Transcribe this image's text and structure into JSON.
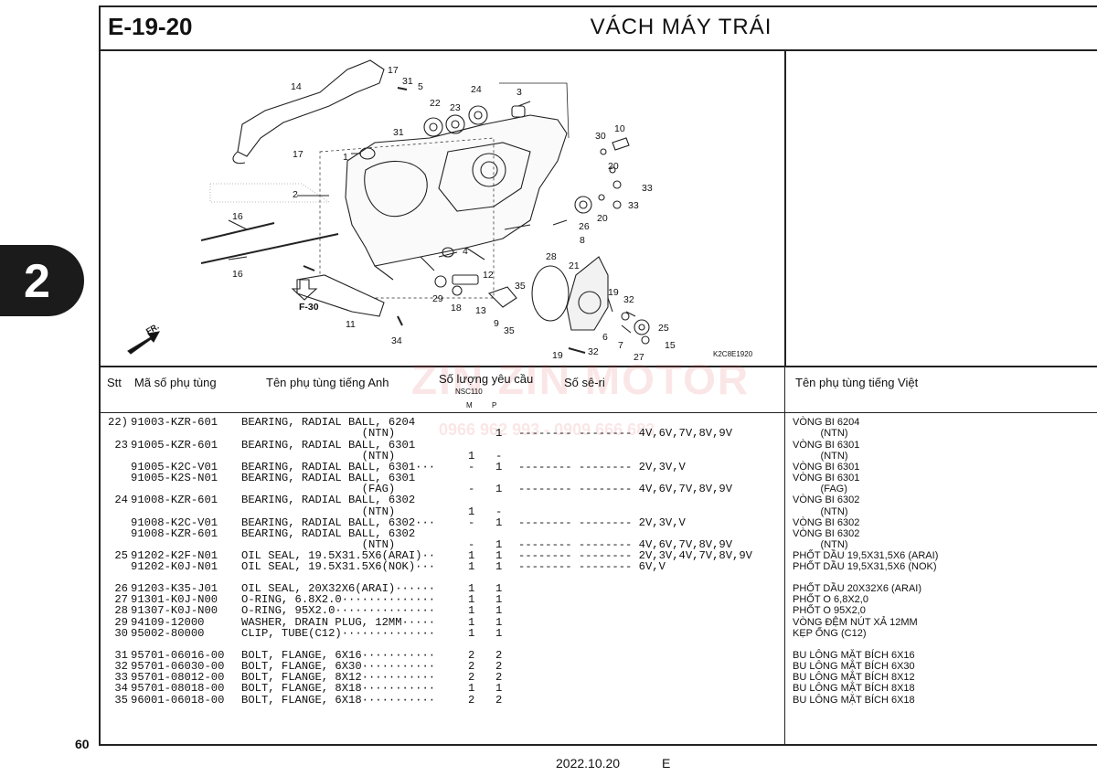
{
  "header": {
    "code": "E-19-20",
    "title": "VÁCH MÁY TRÁI"
  },
  "page_number": "60",
  "section_tab": "2",
  "footer": {
    "date": "2022.10.20",
    "edition": "E"
  },
  "diagram": {
    "id": "K2C8E1920",
    "ref": "F-30",
    "fr": "FR.",
    "callouts": [
      "1",
      "2",
      "3",
      "4",
      "5",
      "6",
      "7",
      "8",
      "9",
      "10",
      "11",
      "12",
      "13",
      "14",
      "15",
      "16",
      "16",
      "17",
      "17",
      "18",
      "19",
      "19",
      "20",
      "20",
      "21",
      "22",
      "23",
      "24",
      "25",
      "26",
      "27",
      "28",
      "29",
      "30",
      "31",
      "31",
      "32",
      "32",
      "33",
      "33",
      "34",
      "35",
      "35"
    ]
  },
  "watermark": {
    "brand": "ZIN ZIN MOTOR",
    "phone": "0966 962 993 - 0909 666 683"
  },
  "table": {
    "headers": {
      "stt": "Stt",
      "part_no": "Mã số phụ tùng",
      "name_en": "Tên phụ tùng tiếng Anh",
      "qty": "Số lượng yêu cầu",
      "model": "NSC110",
      "m": "M",
      "p": "P",
      "serial": "Số sê-ri",
      "name_vi": "Tên phụ tùng tiếng Việt"
    },
    "rows": [
      {
        "stt": "22)",
        "part": "91003-KZR-601",
        "name": "BEARING, RADIAL BALL, 6204",
        "m": "",
        "p": "",
        "serial": "",
        "vi": "VÒNG BI 6204"
      },
      {
        "stt": "",
        "part": "",
        "name": "                  (NTN)",
        "m": "",
        "p": "1",
        "serial": "-------- -------- 4V,6V,7V,8V,9V",
        "vi": "          (NTN)"
      },
      {
        "stt": "23",
        "part": "91005-KZR-601",
        "name": "BEARING, RADIAL BALL, 6301",
        "m": "",
        "p": "",
        "serial": "",
        "vi": "VÒNG BI 6301"
      },
      {
        "stt": "",
        "part": "",
        "name": "                  (NTN)",
        "m": "1",
        "p": "-",
        "serial": "",
        "vi": "          (NTN)"
      },
      {
        "stt": "",
        "part": "91005-K2C-V01",
        "name": "BEARING, RADIAL BALL, 6301···",
        "m": "-",
        "p": "1",
        "serial": "-------- -------- 2V,3V,V",
        "vi": "VÒNG BI 6301"
      },
      {
        "stt": "",
        "part": "91005-K2S-N01",
        "name": "BEARING, RADIAL BALL, 6301",
        "m": "",
        "p": "",
        "serial": "",
        "vi": "VÒNG BI 6301"
      },
      {
        "stt": "",
        "part": "",
        "name": "                  (FAG)",
        "m": "-",
        "p": "1",
        "serial": "-------- -------- 4V,6V,7V,8V,9V",
        "vi": "          (FAG)"
      },
      {
        "stt": "24",
        "part": "91008-KZR-601",
        "name": "BEARING, RADIAL BALL, 6302",
        "m": "",
        "p": "",
        "serial": "",
        "vi": "VÒNG BI 6302"
      },
      {
        "stt": "",
        "part": "",
        "name": "                  (NTN)",
        "m": "1",
        "p": "-",
        "serial": "",
        "vi": "          (NTN)"
      },
      {
        "stt": "",
        "part": "91008-K2C-V01",
        "name": "BEARING, RADIAL BALL, 6302···",
        "m": "-",
        "p": "1",
        "serial": "-------- -------- 2V,3V,V",
        "vi": "VÒNG BI 6302"
      },
      {
        "stt": "",
        "part": "91008-KZR-601",
        "name": "BEARING, RADIAL BALL, 6302",
        "m": "",
        "p": "",
        "serial": "",
        "vi": "VÒNG BI 6302"
      },
      {
        "stt": "",
        "part": "",
        "name": "                  (NTN)",
        "m": "-",
        "p": "1",
        "serial": "-------- -------- 4V,6V,7V,8V,9V",
        "vi": "          (NTN)"
      },
      {
        "stt": "25",
        "part": "91202-K2F-N01",
        "name": "OIL SEAL, 19.5X31.5X6(ARAI)··",
        "m": "1",
        "p": "1",
        "serial": "-------- -------- 2V,3V,4V,7V,8V,9V",
        "vi": "PHỐT DẦU 19,5X31,5X6 (ARAI)"
      },
      {
        "stt": "",
        "part": "91202-K0J-N01",
        "name": "OIL SEAL, 19.5X31.5X6(NOK)···",
        "m": "1",
        "p": "1",
        "serial": "-------- -------- 6V,V",
        "vi": "PHỐT DẦU 19,5X31,5X6 (NOK)"
      },
      {
        "stt": "26",
        "part": "91203-K35-J01",
        "name": "OIL SEAL, 20X32X6(ARAI)······",
        "m": "1",
        "p": "1",
        "serial": "",
        "vi": "PHỐT DẦU 20X32X6 (ARAI)"
      },
      {
        "stt": "27",
        "part": "91301-K0J-N00",
        "name": "O-RING, 6.8X2.0··············",
        "m": "1",
        "p": "1",
        "serial": "",
        "vi": "PHỐT O 6,8X2,0"
      },
      {
        "stt": "28",
        "part": "91307-K0J-N00",
        "name": "O-RING, 95X2.0···············",
        "m": "1",
        "p": "1",
        "serial": "",
        "vi": "PHỐT O 95X2,0"
      },
      {
        "stt": "29",
        "part": "94109-12000",
        "name": "WASHER, DRAIN PLUG, 12MM·····",
        "m": "1",
        "p": "1",
        "serial": "",
        "vi": "VÒNG ĐỆM NÚT XẢ 12MM"
      },
      {
        "stt": "30",
        "part": "95002-80000",
        "name": "CLIP, TUBE(C12)··············",
        "m": "1",
        "p": "1",
        "serial": "",
        "vi": "KẸP ỐNG (C12)"
      },
      {
        "stt": "31",
        "part": "95701-06016-00",
        "name": "BOLT, FLANGE, 6X16···········",
        "m": "2",
        "p": "2",
        "serial": "",
        "vi": "BU LÔNG MẶT BÍCH 6X16"
      },
      {
        "stt": "32",
        "part": "95701-06030-00",
        "name": "BOLT, FLANGE, 6X30···········",
        "m": "2",
        "p": "2",
        "serial": "",
        "vi": "BU LÔNG MẶT BÍCH 6X30"
      },
      {
        "stt": "33",
        "part": "95701-08012-00",
        "name": "BOLT, FLANGE, 8X12···········",
        "m": "2",
        "p": "2",
        "serial": "",
        "vi": "BU LÔNG MẶT BÍCH 8X12"
      },
      {
        "stt": "34",
        "part": "95701-08018-00",
        "name": "BOLT, FLANGE, 8X18···········",
        "m": "1",
        "p": "1",
        "serial": "",
        "vi": "BU LÔNG MẶT BÍCH 8X18"
      },
      {
        "stt": "35",
        "part": "96001-06018-00",
        "name": "BOLT, FLANGE, 6X18···········",
        "m": "2",
        "p": "2",
        "serial": "",
        "vi": "BU LÔNG MẶT BÍCH 6X18"
      }
    ]
  }
}
